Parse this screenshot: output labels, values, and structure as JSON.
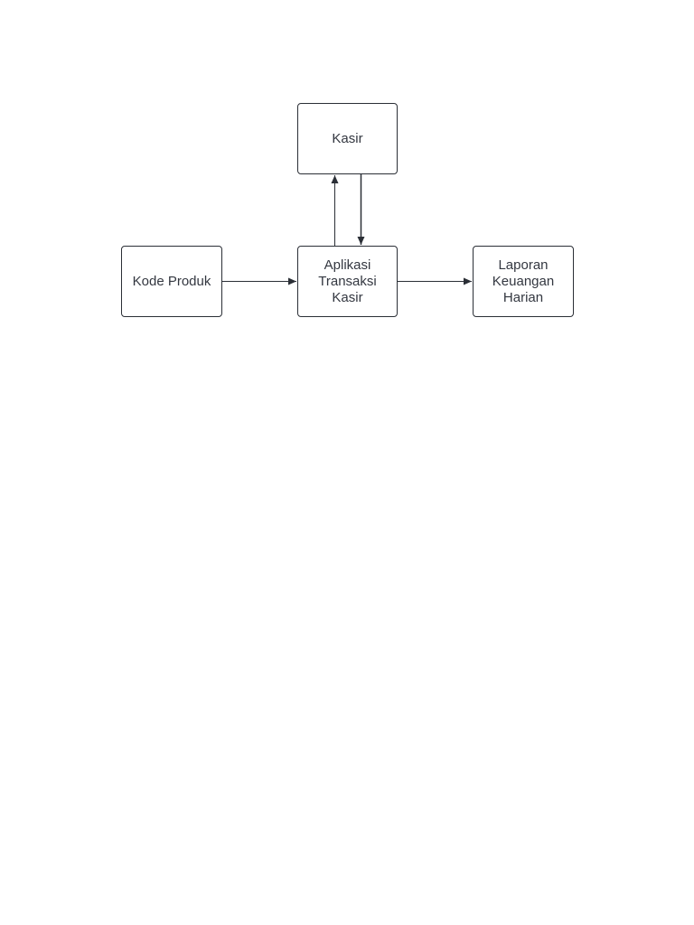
{
  "diagram": {
    "nodes": {
      "kasir": "Kasir",
      "kode_produk": "Kode Produk",
      "aplikasi": "Aplikasi Transaksi Kasir",
      "laporan": "Laporan Keuangan Harian"
    },
    "edges": [
      {
        "from": "Kode Produk",
        "to": "Aplikasi Transaksi Kasir"
      },
      {
        "from": "Aplikasi Transaksi Kasir",
        "to": "Kasir"
      },
      {
        "from": "Kasir",
        "to": "Aplikasi Transaksi Kasir"
      },
      {
        "from": "Aplikasi Transaksi Kasir",
        "to": "Laporan Keuangan Harian"
      }
    ],
    "line_color": "#2b2f36",
    "text_color": "#333740"
  }
}
